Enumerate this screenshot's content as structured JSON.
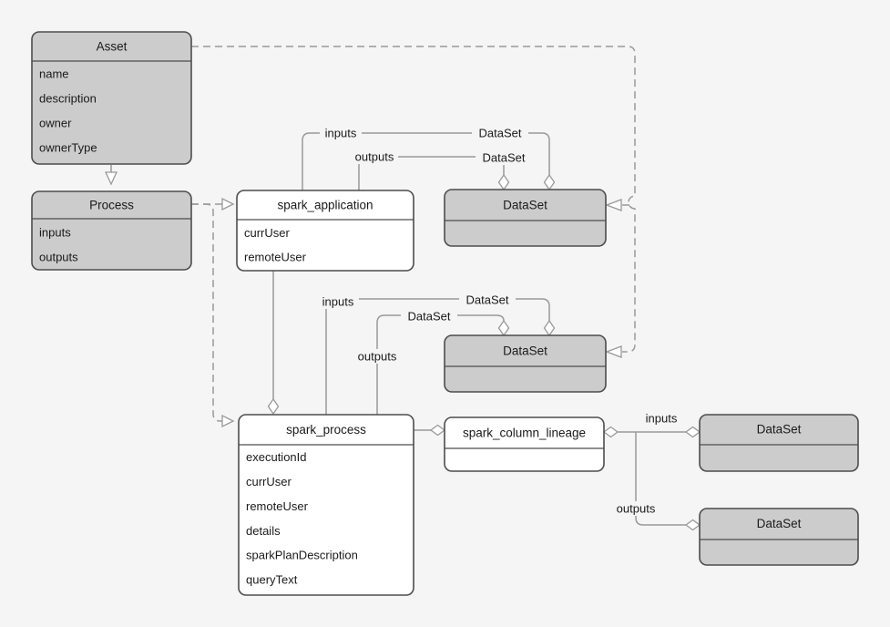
{
  "colors": {
    "background": "#f5f5f5",
    "node_fill_gray": "#cccccc",
    "node_fill_white": "#ffffff",
    "node_border": "#4d4d4d",
    "edge": "#999999",
    "text": "#1a1a1a"
  },
  "nodes": {
    "asset": {
      "title": "Asset",
      "fields": [
        "name",
        "description",
        "owner",
        "ownerType"
      ]
    },
    "process": {
      "title": "Process",
      "fields": [
        "inputs",
        "outputs"
      ]
    },
    "spark_application": {
      "title": "spark_application",
      "fields": [
        "currUser",
        "remoteUser"
      ]
    },
    "dataset_top": {
      "title": "DataSet"
    },
    "dataset_mid": {
      "title": "DataSet"
    },
    "spark_process": {
      "title": "spark_process",
      "fields": [
        "executionId",
        "currUser",
        "remoteUser",
        "details",
        "sparkPlanDescription",
        "queryText"
      ]
    },
    "spark_column_lineage": {
      "title": "spark_column_lineage"
    },
    "dataset_inputs": {
      "title": "DataSet"
    },
    "dataset_outputs": {
      "title": "DataSet"
    }
  },
  "edge_labels": {
    "app_inputs": "inputs",
    "app_inputs_dataset": "DataSet",
    "app_outputs": "outputs",
    "app_outputs_dataset": "DataSet",
    "process_inputs": "inputs",
    "process_inputs_dataset": "DataSet",
    "process_outputs": "outputs",
    "process_outputs_dataset": "DataSet",
    "lineage_inputs": "inputs",
    "lineage_outputs": "outputs"
  }
}
